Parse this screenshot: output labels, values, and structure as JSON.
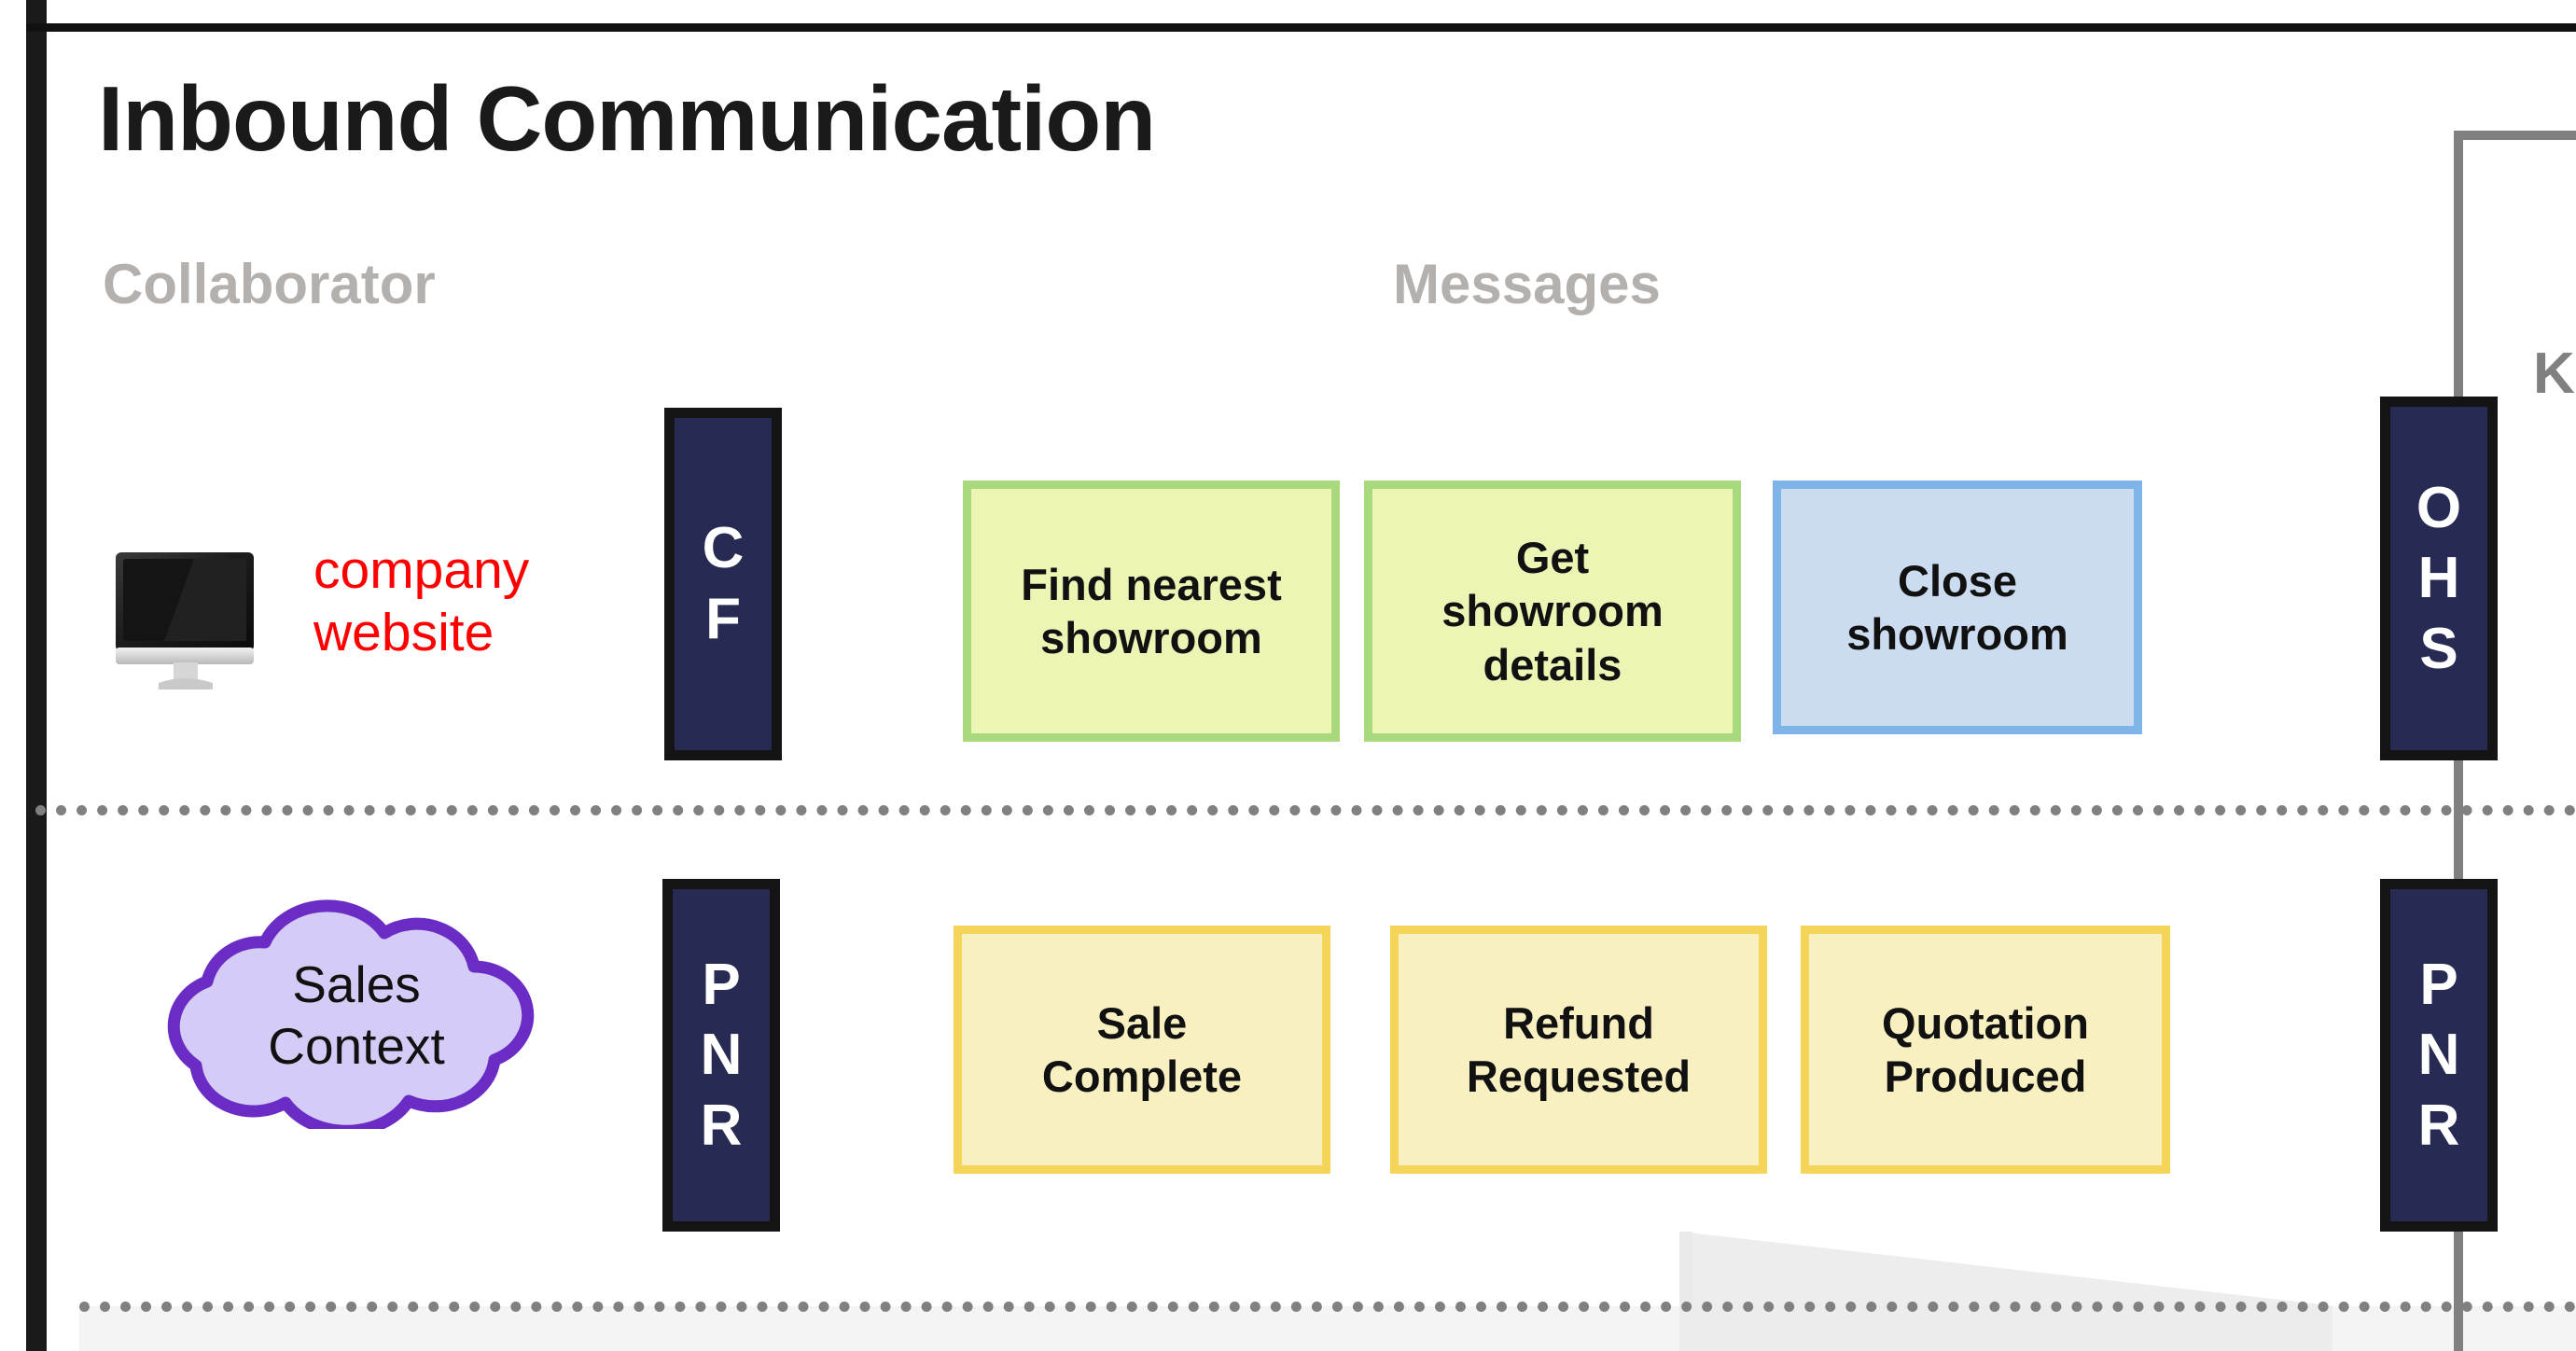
{
  "page": {
    "title": "Inbound Communication"
  },
  "columns": {
    "collaborator_header": "Collaborator",
    "messages_header": "Messages"
  },
  "colors": {
    "role_bar_fill": "#272a52",
    "role_bar_border": "#141414",
    "green_box_fill": "#edf5b5",
    "green_box_border": "#a9d97d",
    "blue_box_fill": "#cbdcf0",
    "blue_box_border": "#7fb4e8",
    "amber_box_fill": "#f8f0c0",
    "amber_box_border": "#f5d45a",
    "cloud_fill": "#d4ccf7",
    "cloud_border": "#6a2cc4",
    "collaborator_label": "#ff0000",
    "header_gray": "#b3b0ae",
    "connector_gray": "#808080"
  },
  "lanes": [
    {
      "id": "website-lane",
      "collaborator": {
        "icon": "desktop-monitor-icon",
        "label_line1": "company",
        "label_line2": "website"
      },
      "role_bar": {
        "letters": [
          "C",
          "F"
        ]
      },
      "messages": [
        {
          "line1": "Find nearest",
          "line2": "showroom",
          "style": "green"
        },
        {
          "line1": "Get",
          "line2": "showroom",
          "line3": "details",
          "style": "green"
        },
        {
          "line1": "Close",
          "line2": "showroom",
          "style": "blue"
        }
      ],
      "right_role_bar": {
        "letters": [
          "O",
          "H",
          "S"
        ]
      }
    },
    {
      "id": "sales-lane",
      "collaborator": {
        "icon": "cloud-icon",
        "label_line1": "Sales",
        "label_line2": "Context"
      },
      "role_bar": {
        "letters": [
          "P",
          "N",
          "R"
        ]
      },
      "messages": [
        {
          "line1": "Sale",
          "line2": "Complete",
          "style": "amber"
        },
        {
          "line1": "Refund",
          "line2": "Requested",
          "style": "amber"
        },
        {
          "line1": "Quotation",
          "line2": "Produced",
          "style": "amber"
        }
      ],
      "right_role_bar": {
        "letters": [
          "P",
          "N",
          "R"
        ]
      }
    }
  ],
  "connector": {
    "label": "K"
  }
}
